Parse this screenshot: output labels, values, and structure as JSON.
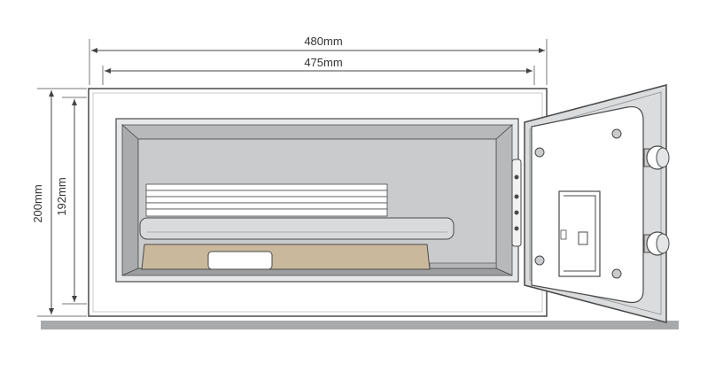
{
  "dimensions": {
    "outer_width": "480mm",
    "inner_width": "475mm",
    "outer_height": "200mm",
    "inner_height": "192mm"
  },
  "colors": {
    "line": "#4a4a4a",
    "body_fill": "#ffffff",
    "cavity": "#c9cbcc",
    "cavity_dark": "#a9abad",
    "laptop": "#d9dadb",
    "box": "#c9b89b",
    "door": "#dadcdd",
    "door_panel": "#ffffff",
    "floor": "#a7a9ab"
  }
}
